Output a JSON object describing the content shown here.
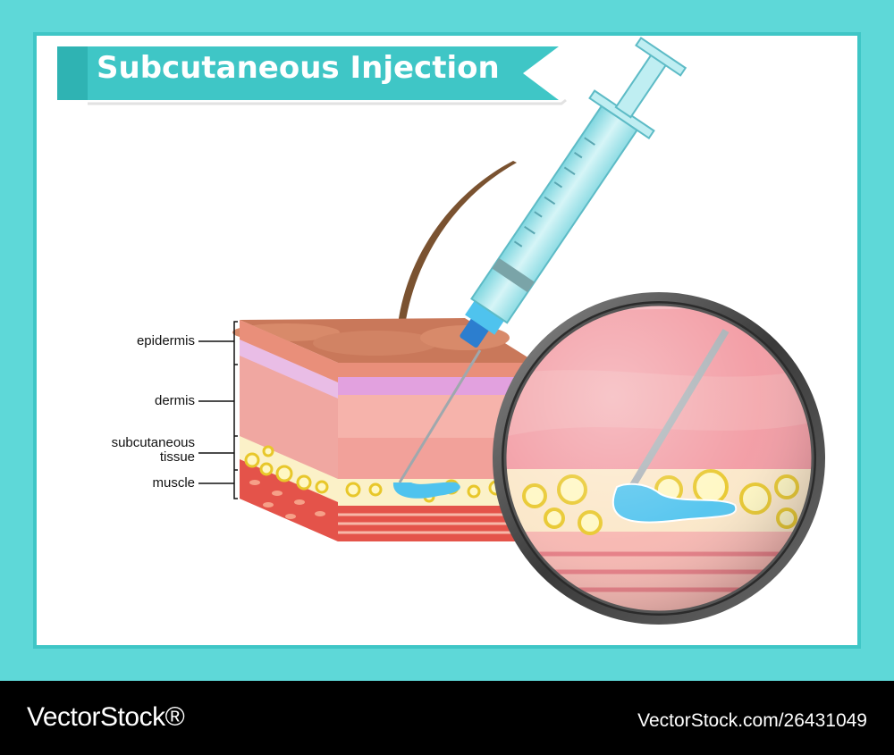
{
  "title": "Subcutaneous Injection",
  "labels": {
    "epidermis": "epidermis",
    "dermis": "dermis",
    "subcutaneous_line1": "subcutaneous",
    "subcutaneous_line2": "tissue",
    "muscle": "muscle"
  },
  "footer": {
    "brand": "VectorStock®",
    "image_id": "VectorStock.com/26431049"
  },
  "colors": {
    "frame": "#5ed8d8",
    "banner": "#3fc6c6",
    "skin_surface": "#c9785a",
    "dermis": "#f2a9a4",
    "fat": "#f3e26a",
    "muscle": "#e4534a",
    "fluid": "#4fc3ee",
    "syringe": "#a8e6ec"
  }
}
